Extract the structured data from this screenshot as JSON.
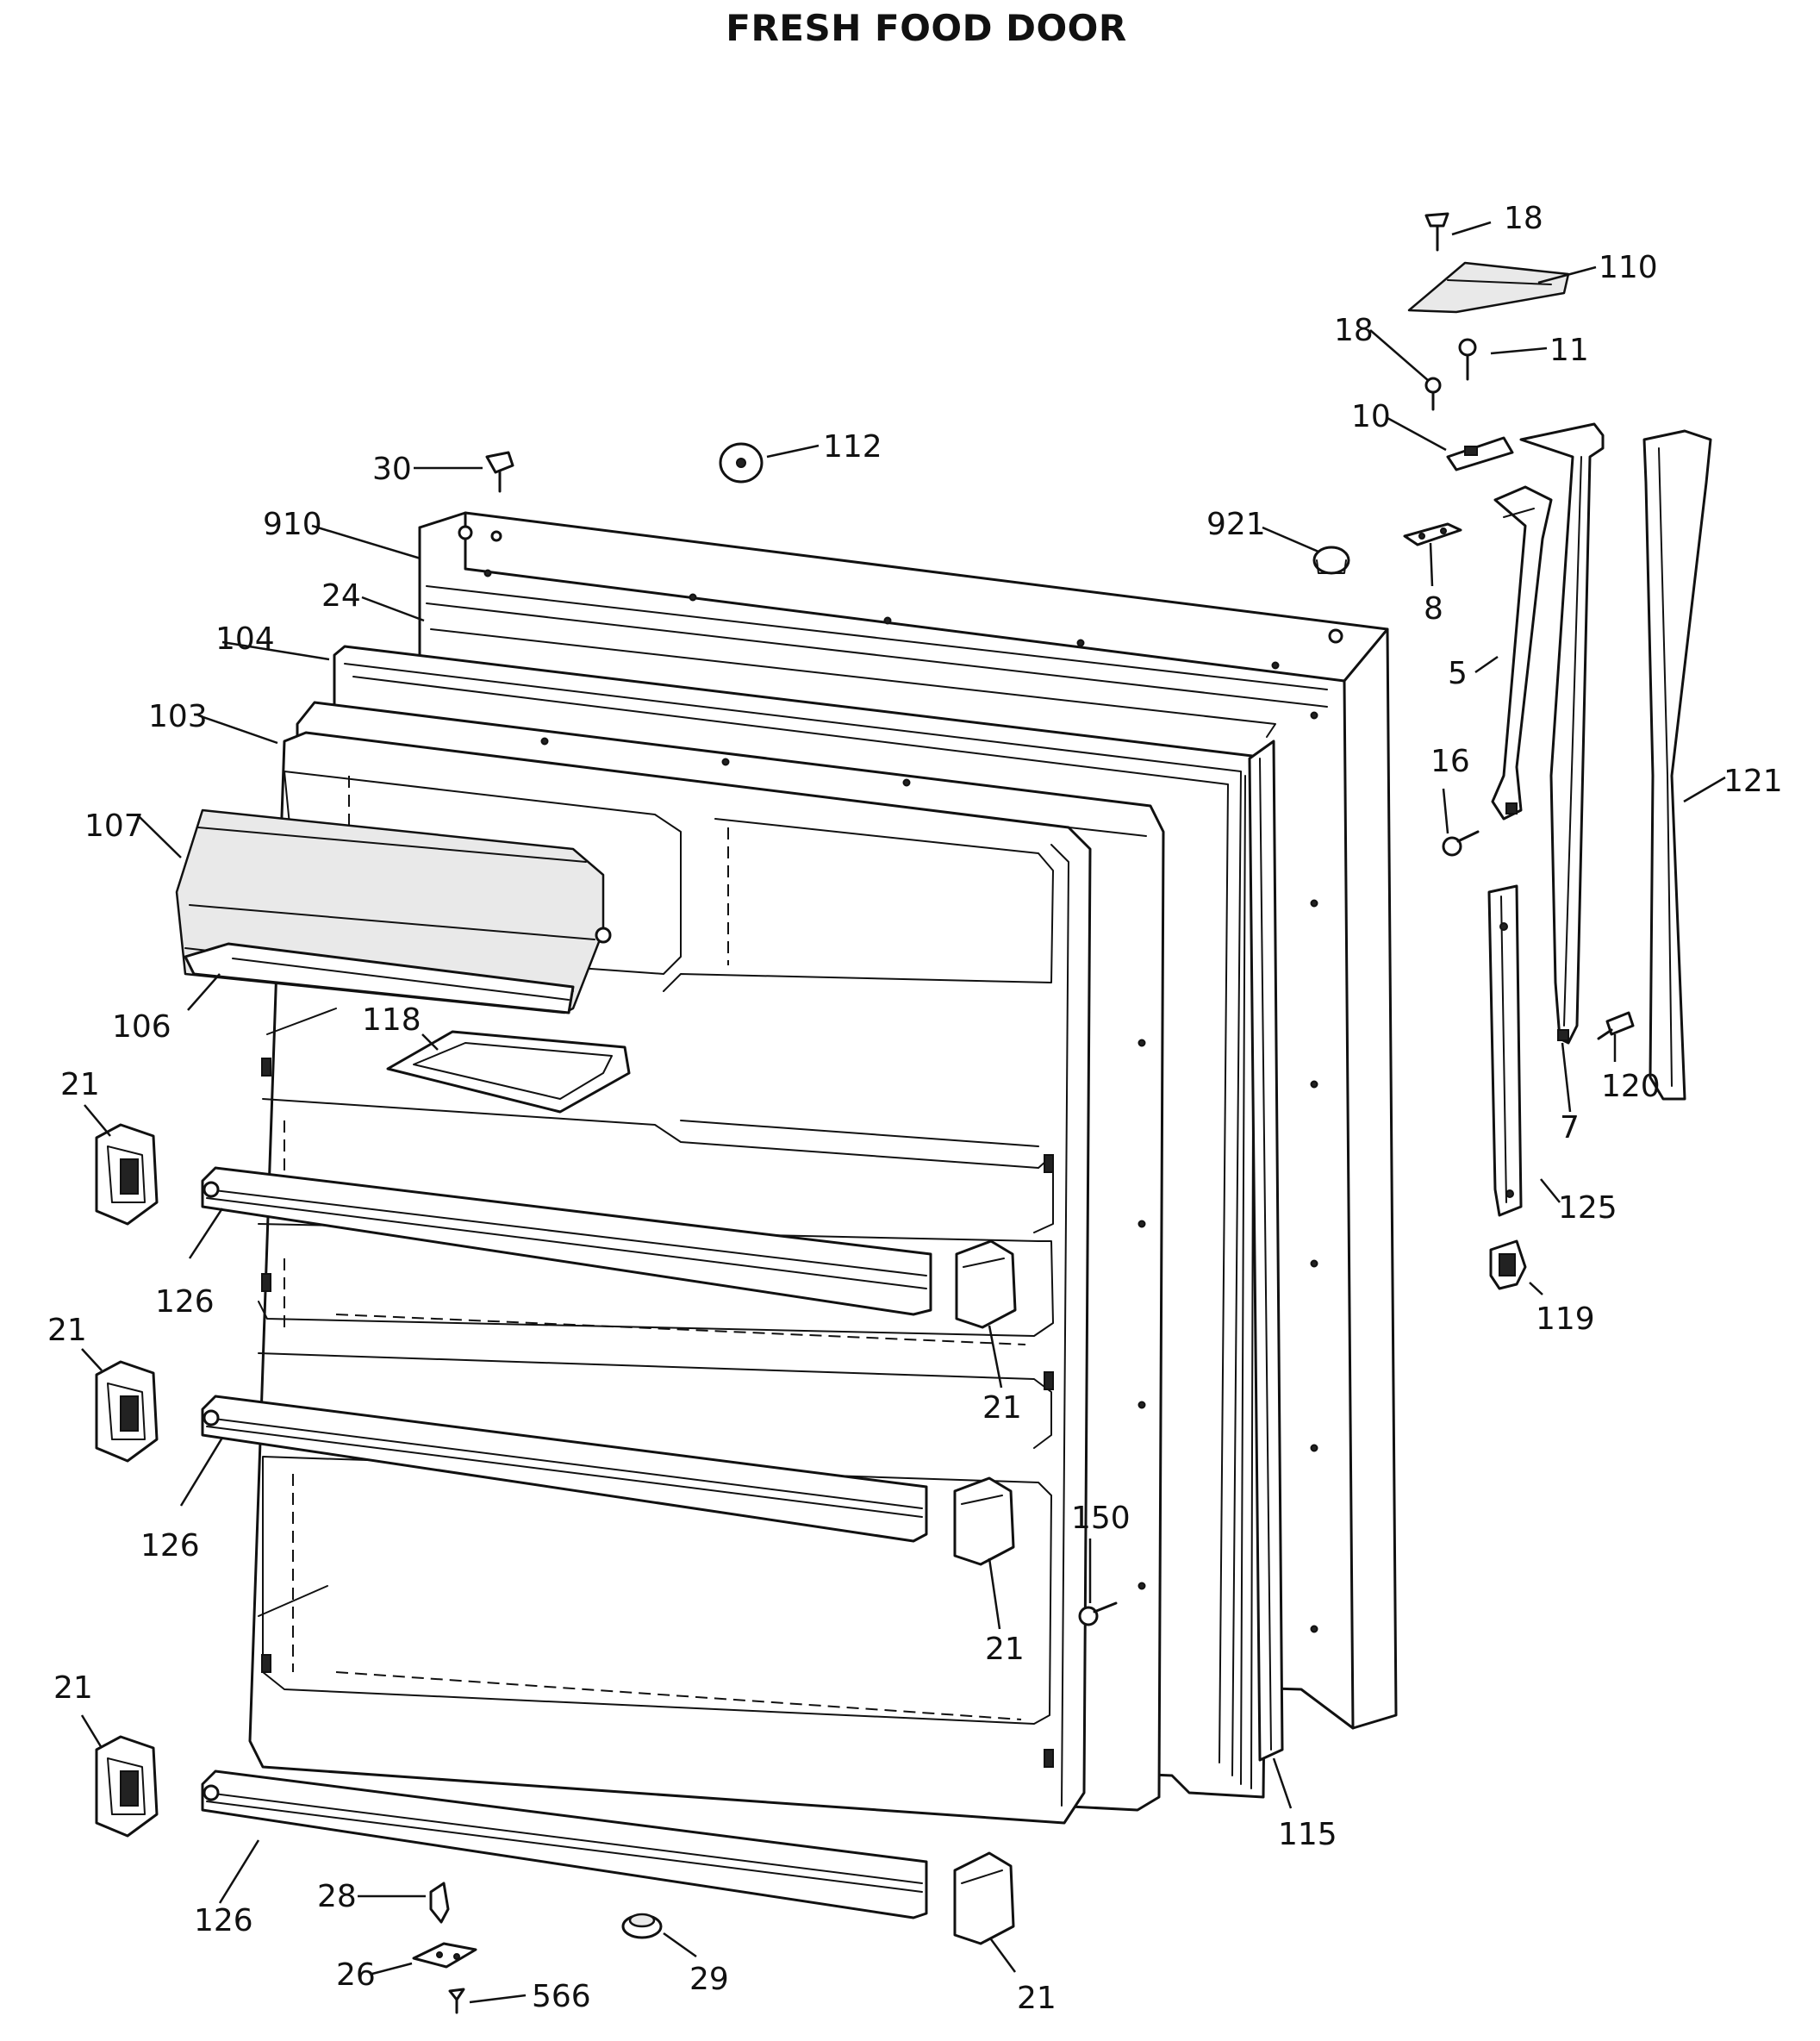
{
  "title": "FRESH FOOD DOOR",
  "labels": {
    "p18a": "18",
    "p110": "110",
    "p18b": "18",
    "p11": "11",
    "p10": "10",
    "p112": "112",
    "p30": "30",
    "p910": "910",
    "p921": "921",
    "p8": "8",
    "p24": "24",
    "p104": "104",
    "p5": "5",
    "p103": "103",
    "p16": "16",
    "p121": "121",
    "p107": "107",
    "p106": "106",
    "p118": "118",
    "p120": "120",
    "p7": "7",
    "p21a": "21",
    "p125": "125",
    "p126a": "126",
    "p119": "119",
    "p21b": "21",
    "p21c": "21",
    "p150": "150",
    "p126b": "126",
    "p21d": "21",
    "p21e": "21",
    "p115": "115",
    "p126c": "126",
    "p28": "28",
    "p29": "29",
    "p26": "26",
    "p566": "566",
    "p21f": "21"
  }
}
